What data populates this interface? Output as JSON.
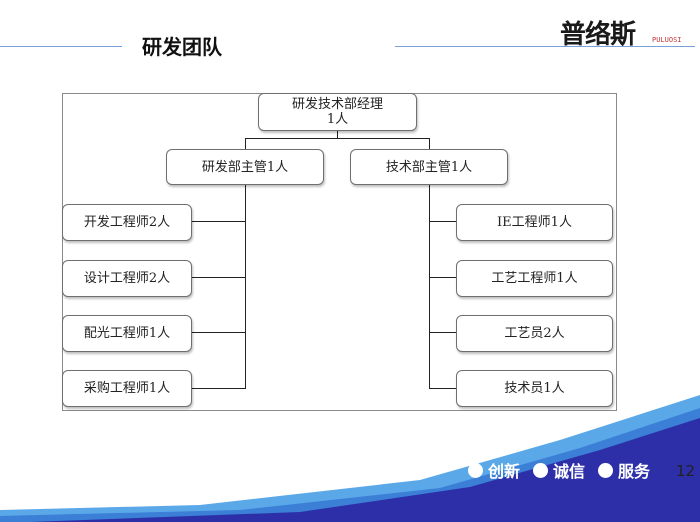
{
  "header": {
    "title": "研发团队"
  },
  "logo": {
    "text": "普络斯",
    "subtext": "PULUOSI"
  },
  "org": {
    "root": "研发技术部经理\n1人",
    "left_head": "研发部主管1人",
    "right_head": "技术部主管1人",
    "left_items": [
      "开发工程师2人",
      "设计工程师2人",
      "配光工程师1人",
      "采购工程师1人"
    ],
    "right_items": [
      "IE工程师1人",
      "工艺工程师1人",
      "工艺员2人",
      "技术员1人"
    ]
  },
  "footer": {
    "motto": [
      "创新",
      "诚信",
      "服务"
    ],
    "page_number": "12"
  },
  "colors": {
    "band_dark": "#2d2fa8",
    "band_light": "#5aa8e8",
    "line": "#7aa0d8"
  }
}
